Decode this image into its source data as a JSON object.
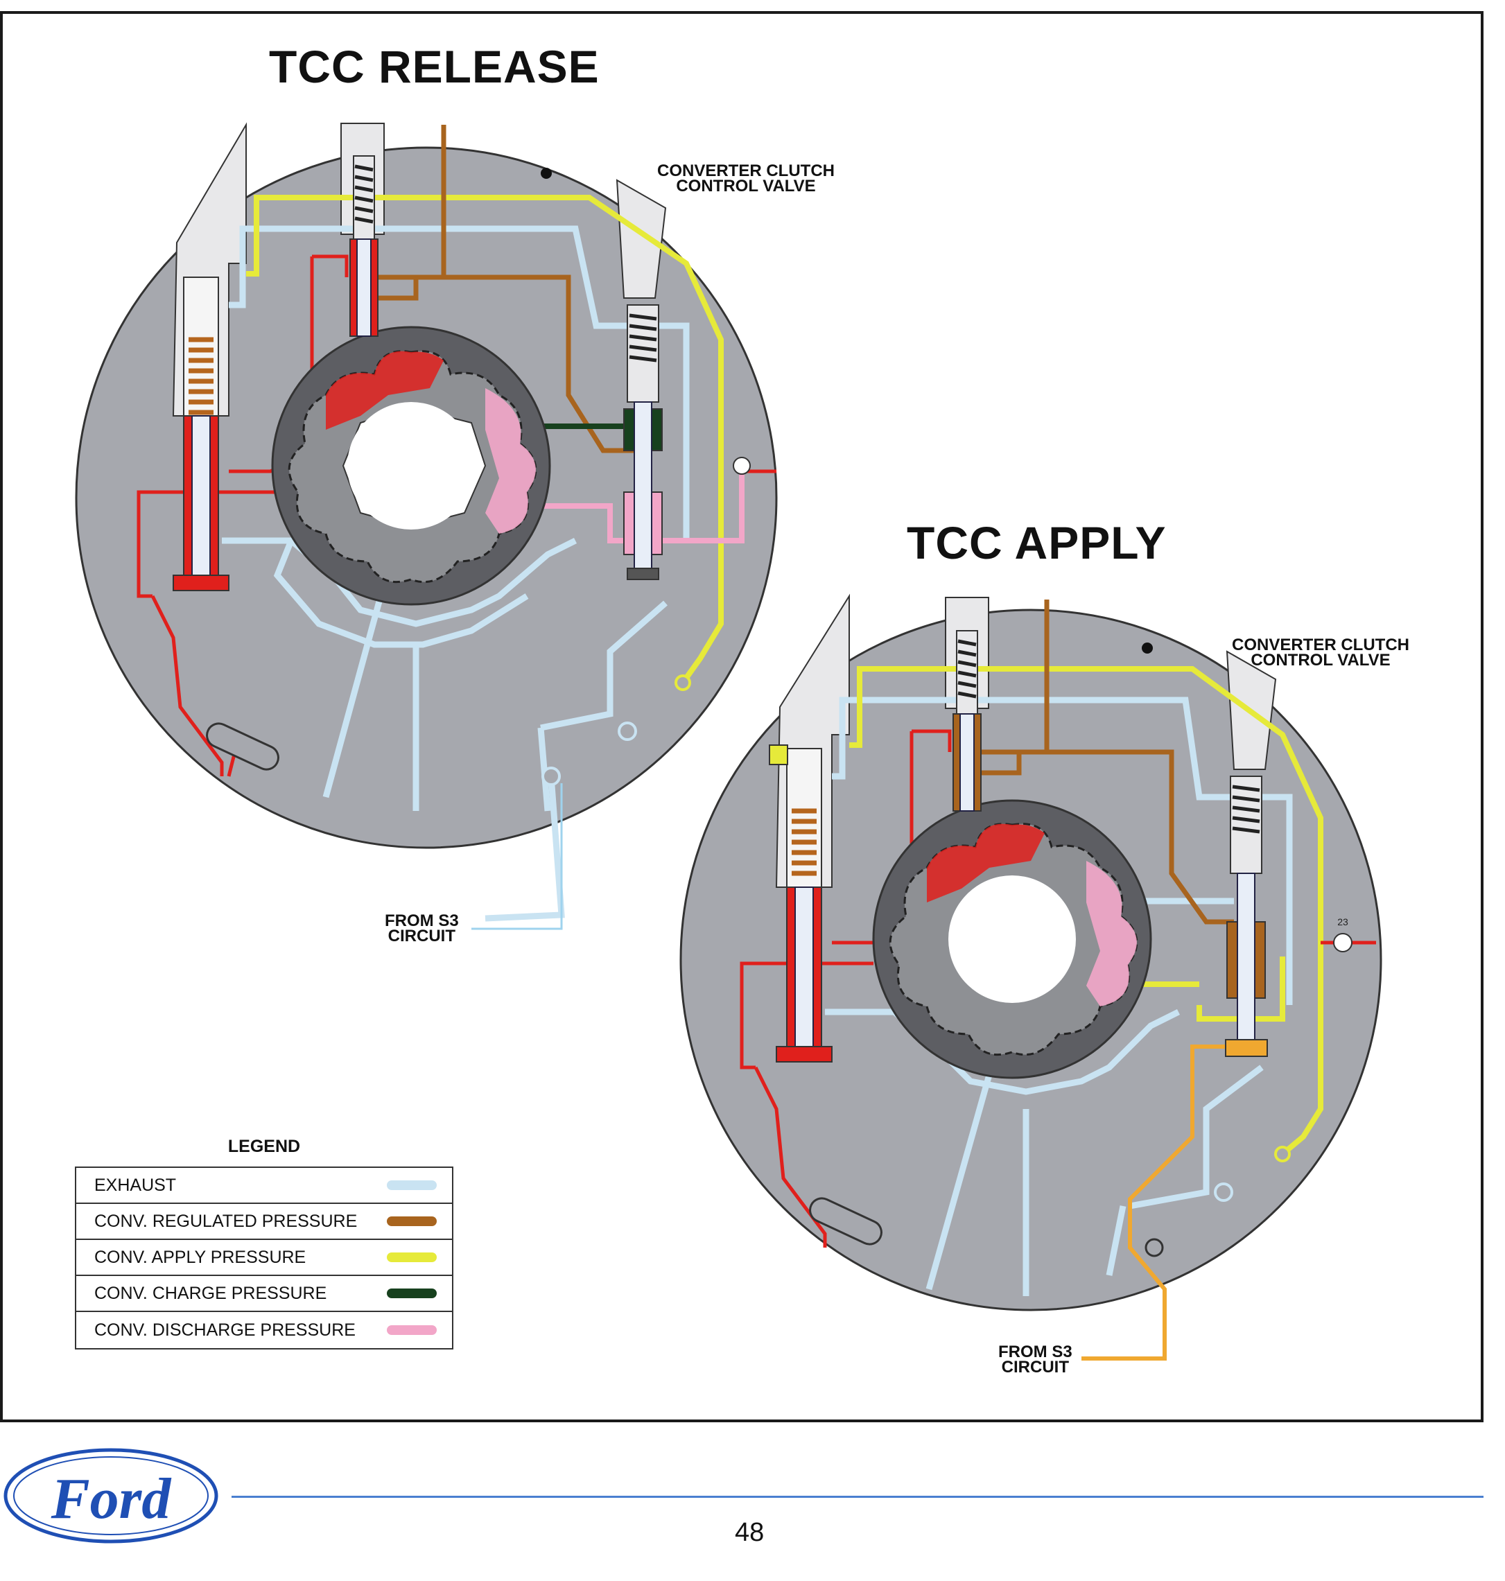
{
  "titles": {
    "release": "TCC RELEASE",
    "apply": "TCC APPLY"
  },
  "labels": {
    "valve_release": [
      "CONVERTER CLUTCH",
      "CONTROL VALVE"
    ],
    "valve_apply": [
      "CONVERTER CLUTCH",
      "CONTROL VALVE"
    ],
    "from_s3_release": [
      "FROM S3",
      "CIRCUIT"
    ],
    "from_s3_apply": [
      "FROM S3",
      "CIRCUIT"
    ],
    "port_number": "23"
  },
  "legend": {
    "title": "LEGEND",
    "items": [
      {
        "label": "EXHAUST",
        "color": "#c9e3f2"
      },
      {
        "label": "CONV. REGULATED PRESSURE",
        "color": "#a8641e"
      },
      {
        "label": "CONV. APPLY PRESSURE",
        "color": "#e6ea3a"
      },
      {
        "label": "CONV. CHARGE PRESSURE",
        "color": "#17411e"
      },
      {
        "label": "CONV. DISCHARGE PRESSURE",
        "color": "#f2a6c8"
      }
    ]
  },
  "colors": {
    "exhaust": "#c9e3f2",
    "regulated": "#a8641e",
    "apply": "#e6ea3a",
    "charge": "#17411e",
    "discharge": "#f2a6c8",
    "line_pressure": "#e0201c",
    "s3_feed": "#f0a830",
    "body": "#a6a8ae",
    "pump": "#5d5e63",
    "brand": "#1f4fb4"
  },
  "footer": {
    "page_number": "48",
    "logo": "ford-oval-logo"
  }
}
